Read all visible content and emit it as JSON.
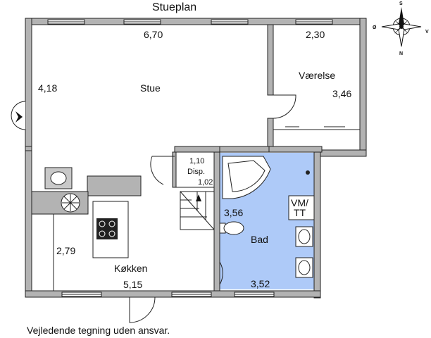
{
  "title": "Stueplan",
  "disclaimer": "Vejledende tegning uden ansvar.",
  "rooms": {
    "stue": {
      "name": "Stue",
      "width": "6,70",
      "depth": "4,18"
    },
    "vaerelse": {
      "name": "Værelse",
      "width": "2,30",
      "depth": "3,46"
    },
    "koekken": {
      "name": "Køkken",
      "width": "5,15",
      "depth": "2,79"
    },
    "bad": {
      "name": "Bad",
      "width": "3,52",
      "depth": "3,56"
    },
    "disp": {
      "name": "Disp.",
      "width": "1,10",
      "depth": "1,02"
    }
  },
  "vmtt": {
    "line1": "VM/",
    "line2": "TT"
  },
  "compass": {
    "north": "N",
    "south": "S",
    "east": "Ø",
    "west": "V"
  },
  "colors": {
    "wall": "#b3b3b3",
    "wall_outline": "#222222",
    "bath_fill": "#aecaf8",
    "room_fill": "#ffffff"
  }
}
